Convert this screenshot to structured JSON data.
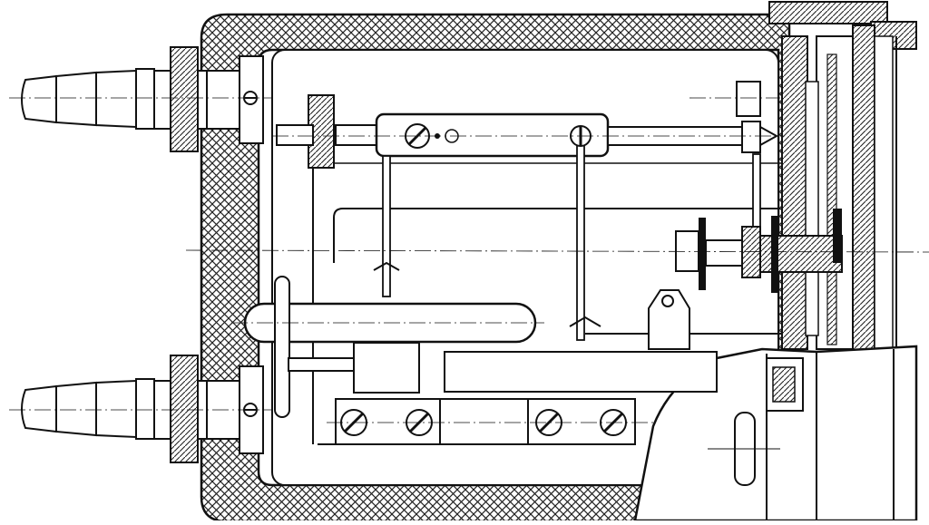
{
  "drawing": {
    "kind": "mechanical cross-section line drawing",
    "printed_text": [],
    "colors": {
      "ink": "#111111",
      "paper": "#ffffff",
      "hatch": "#222222"
    },
    "parts": {
      "housing": "insulated-housing",
      "hose_fittings": [
        "upper-hose-barb-fitting",
        "lower-hose-barb-fitting"
      ],
      "front_plate": "front-end-plate",
      "screws": 4,
      "rods": 2,
      "shaft_assembly": "spindle-assembly"
    }
  }
}
